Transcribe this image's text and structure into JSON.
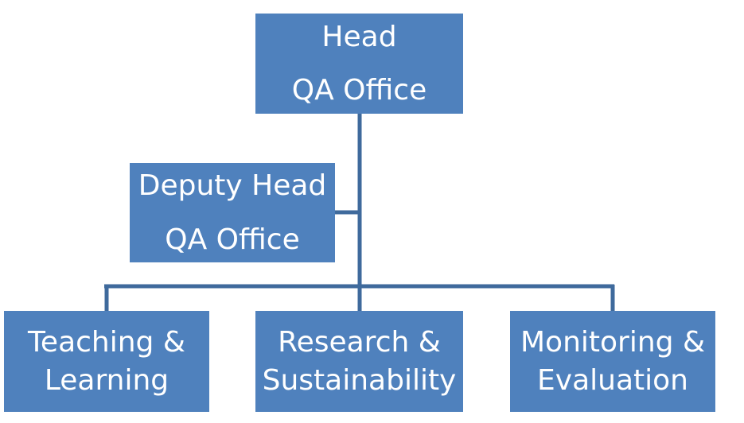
{
  "org_chart": {
    "colors": {
      "box_fill": "#4f81bd",
      "connector": "#3f6a9c",
      "text": "#ffffff"
    },
    "head": {
      "title": "Head",
      "subtitle": "QA Office"
    },
    "deputy": {
      "title": "Deputy Head",
      "subtitle": "QA Office"
    },
    "units": [
      {
        "line1": "Teaching &",
        "line2": "Learning"
      },
      {
        "line1": "Research &",
        "line2": "Sustainability"
      },
      {
        "line1": "Monitoring &",
        "line2": "Evaluation"
      }
    ]
  }
}
